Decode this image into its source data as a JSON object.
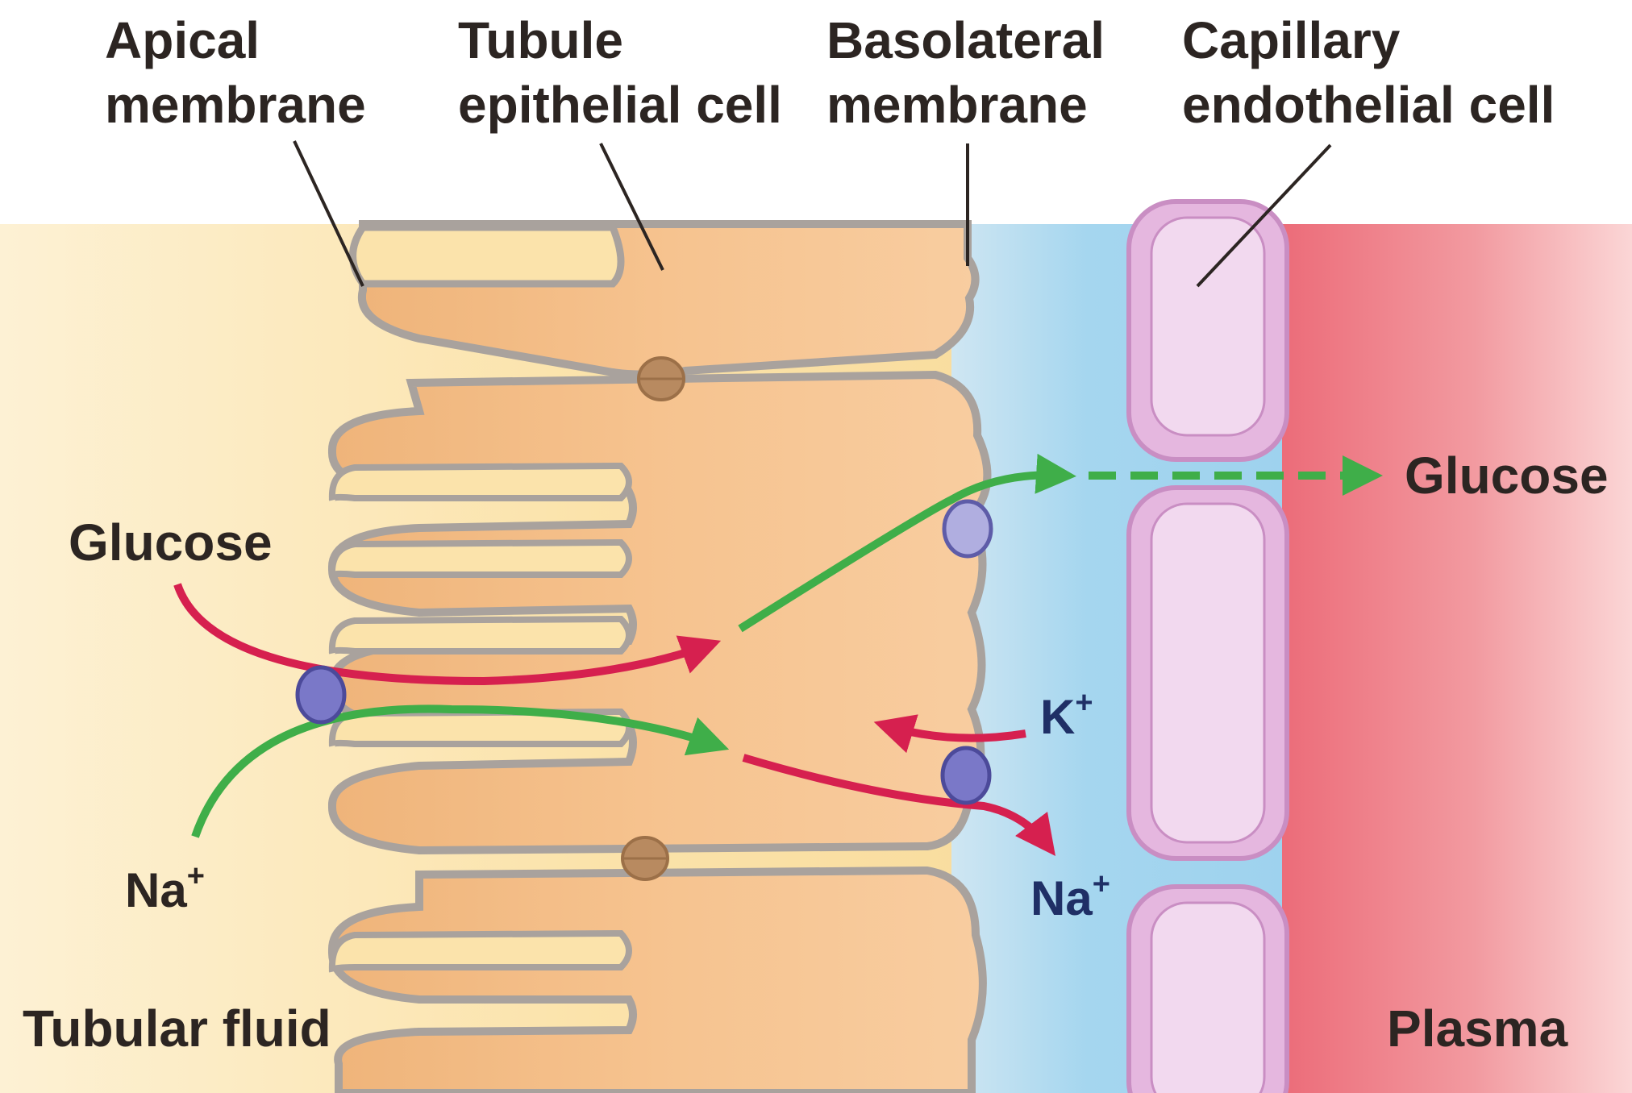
{
  "labels": {
    "apical": [
      "Apical",
      "membrane"
    ],
    "tubule_cell": [
      "Tubule",
      "epithelial cell"
    ],
    "basolateral": [
      "Basolateral",
      "membrane"
    ],
    "capillary": [
      "Capillary",
      "endothelial cell"
    ],
    "glucose_in": "Glucose",
    "glucose_out": "Glucose",
    "na_in": "Na",
    "na_in_sup": "+",
    "k_ion": "K",
    "k_ion_sup": "+",
    "na_out": "Na",
    "na_out_sup": "+",
    "tubular_fluid": "Tubular fluid",
    "plasma": "Plasma"
  },
  "colors": {
    "glucose_arrow": "#3fae49",
    "sodium_arrow": "#d6204f",
    "tubular_fluid": "#fbe5b0",
    "interstitium": "#a9d7ef",
    "plasma": "#ef8088",
    "cell": "#f6c38f",
    "endothelium": "#ecc9e8",
    "transporter": "#7a78c8",
    "tight_junction": "#b88a60"
  }
}
